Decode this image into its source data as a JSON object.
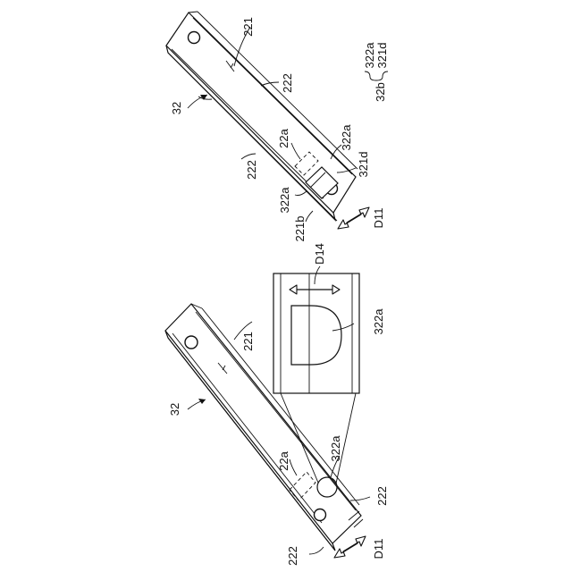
{
  "top_view": {
    "labels": {
      "l221": "221",
      "l222_a": "222",
      "l32": "32",
      "l222_b": "222",
      "l22a": "22a",
      "l322a_r": "322a",
      "l321d": "321d",
      "l322a_l": "322a",
      "l221b": "221b",
      "d11": "D11"
    },
    "legend": {
      "a": "322a",
      "b": "321d",
      "group": "32b"
    }
  },
  "bottom_view": {
    "labels": {
      "l221": "221",
      "l32": "32",
      "l22a": "22a",
      "l322a": "322a",
      "l222_r": "222",
      "l222_l": "222",
      "d11": "D11"
    },
    "detail": {
      "d14": "D14",
      "l322a": "322a"
    }
  }
}
